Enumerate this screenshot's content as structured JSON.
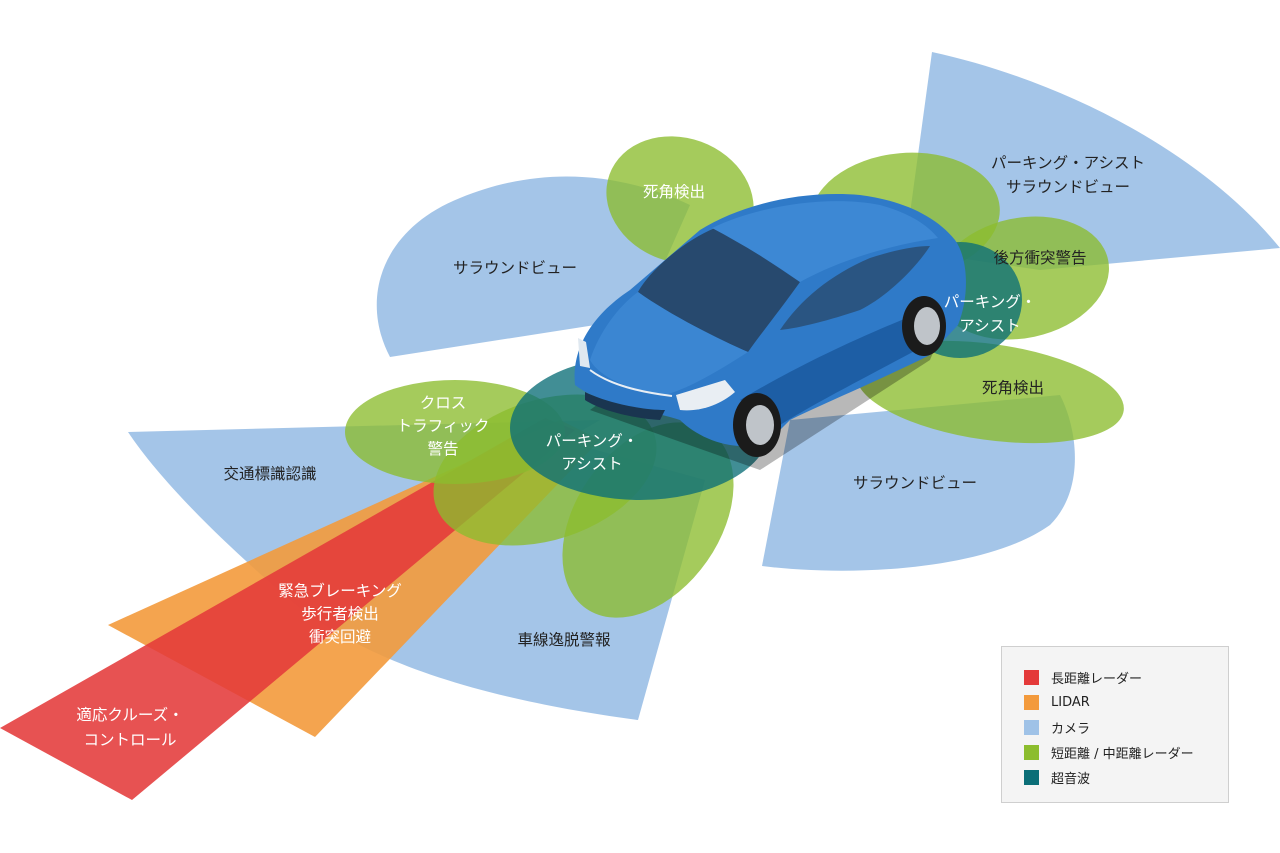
{
  "colors": {
    "long_range_radar": "#e43a3a",
    "lidar": "#f39a3c",
    "camera": "#9fc2e7",
    "short_mid_radar": "#8cbd2e",
    "ultrasonic": "#0b6e77",
    "car_body": "#2f7ac8"
  },
  "labels": {
    "surround_view_left": "サラウンドビュー",
    "blind_spot_front": "死角検出",
    "parking_assist_surround": "パーキング・アシスト\nサラウンドビュー",
    "rear_collision_warning": "後方衝突警告",
    "parking_assist_rear": "パーキング・\nアシスト",
    "blind_spot_rear": "死角検出",
    "surround_view_right": "サラウンドビュー",
    "cross_traffic_alert": "クロス\nトラフィック\n警告",
    "parking_assist_front": "パーキング・\nアシスト",
    "traffic_sign_recognition": "交通標識認識",
    "emergency_braking": "緊急ブレーキング\n歩行者検出\n衝突回避",
    "lane_departure_warning": "車線逸脱警報",
    "adaptive_cruise_control": "適応クルーズ・\nコントロール"
  },
  "legend": [
    {
      "label": "長距離レーダー",
      "color": "#e43a3a"
    },
    {
      "label": "LIDAR",
      "color": "#f39a3c"
    },
    {
      "label": "カメラ",
      "color": "#9fc2e7"
    },
    {
      "label": "短距離 / 中距離レーダー",
      "color": "#8cbd2e"
    },
    {
      "label": "超音波",
      "color": "#0b6e77"
    }
  ]
}
